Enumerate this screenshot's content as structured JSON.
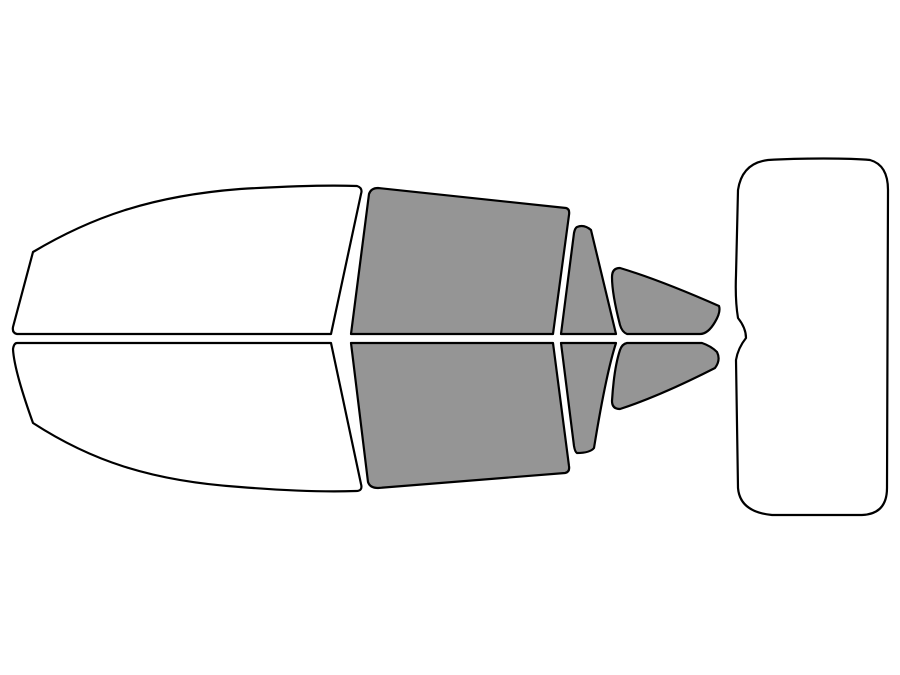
{
  "colors": {
    "background": "#ffffff",
    "outline": "#000000",
    "untinted": "#ffffff",
    "tinted": "#959595"
  },
  "panes": [
    {
      "name": "windshield-top-pane",
      "tinted": false
    },
    {
      "name": "windshield-bottom-pane",
      "tinted": false
    },
    {
      "name": "front-door-window-top",
      "tinted": true
    },
    {
      "name": "front-door-window-bottom",
      "tinted": true
    },
    {
      "name": "rear-door-window-top",
      "tinted": true
    },
    {
      "name": "rear-door-window-bottom",
      "tinted": true
    },
    {
      "name": "quarter-window-top",
      "tinted": true
    },
    {
      "name": "quarter-window-bottom",
      "tinted": true
    },
    {
      "name": "rear-window",
      "tinted": false
    }
  ]
}
